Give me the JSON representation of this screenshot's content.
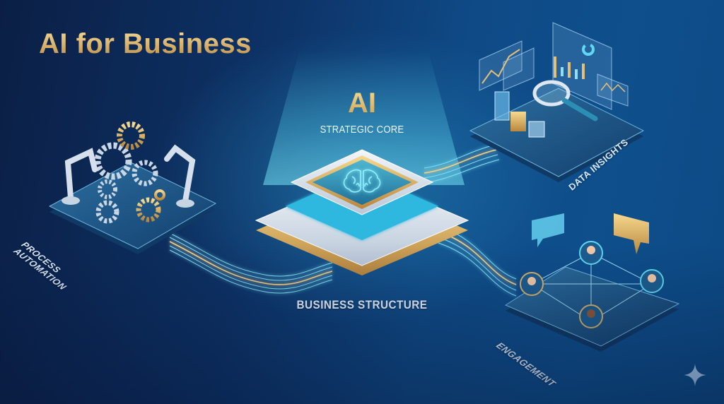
{
  "title": "AI for Business",
  "core": {
    "heading": "AI",
    "subheading": "STRATEGIC CORE",
    "base_label": "BUSINESS STRUCTURE",
    "icon": "brain-icon"
  },
  "nodes": [
    {
      "id": "process-automation",
      "label_line1": "PROCESS",
      "label_line2": "AUTOMATION",
      "icons": [
        "gears-icon",
        "robot-arm-icon"
      ]
    },
    {
      "id": "data-insights",
      "label": "DATA INSIGHTS",
      "icons": [
        "bar-chart-icon",
        "line-chart-icon",
        "donut-chart-icon",
        "magnifier-icon",
        "cube-icon"
      ]
    },
    {
      "id": "engagement",
      "label": "ENGAGEMENT",
      "icons": [
        "person-avatar-icon",
        "chat-bubble-icon",
        "network-icon"
      ]
    }
  ],
  "colors": {
    "background_dark": "#0b1f45",
    "background_mid": "#0f4a86",
    "gold": "#d8b06a",
    "cyan_glow": "#5fd8f0",
    "platform_silver": "#e4ebf3",
    "label_text": "#dbe9fb"
  },
  "watermark_icon": "sparkle-icon"
}
